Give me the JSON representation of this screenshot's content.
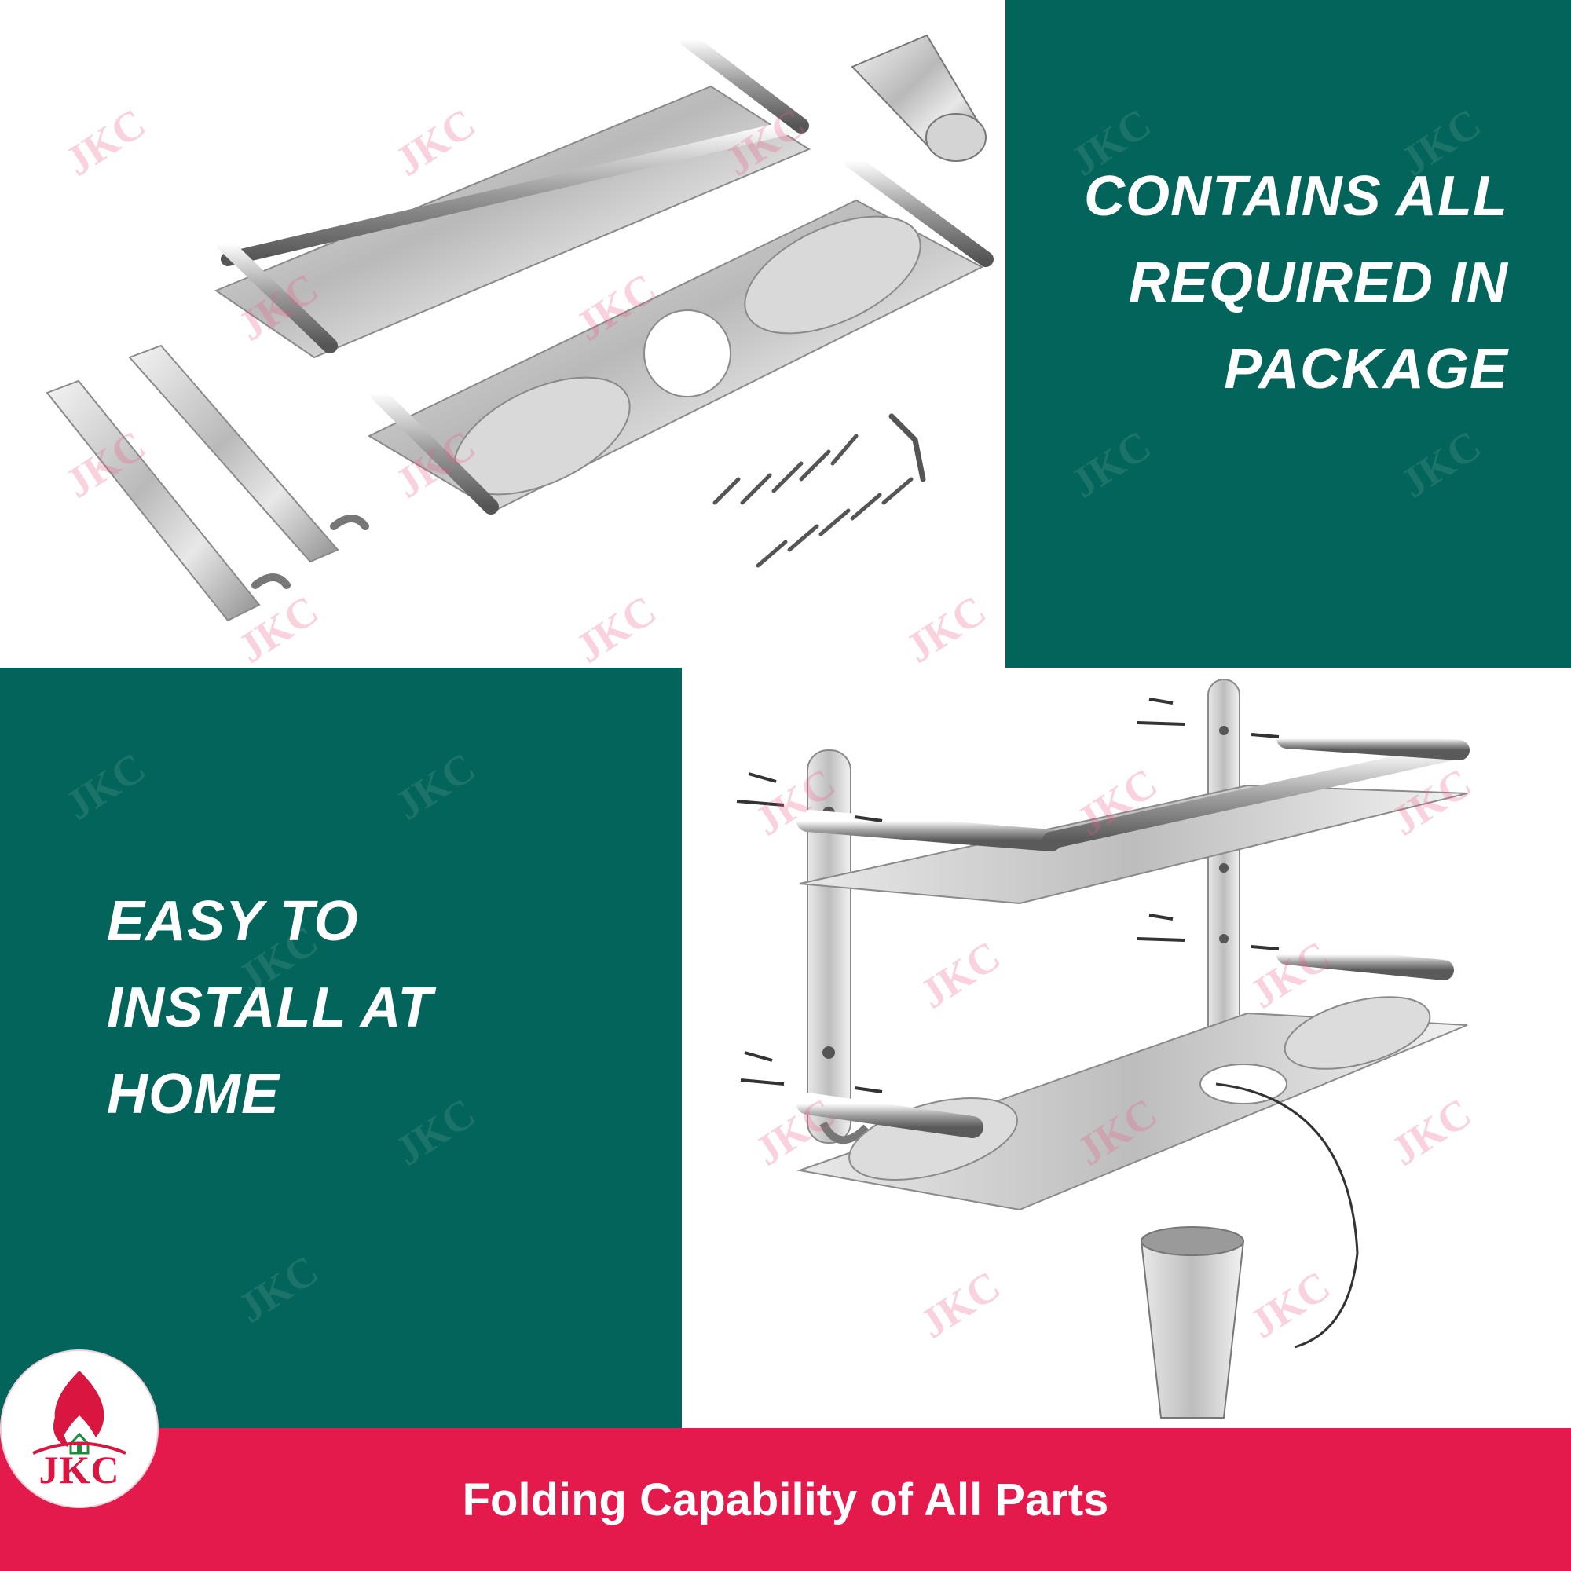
{
  "top_right": {
    "headline_lines": [
      "CONTAINS ALL",
      "REQUIRED IN",
      "PACKAGE"
    ]
  },
  "bottom_left": {
    "headline_lines": [
      "EASY TO",
      "INSTALL AT",
      "HOME"
    ]
  },
  "banner": {
    "text": "Folding Capability of All Parts"
  },
  "brand": {
    "logo_text": "JKC",
    "watermark_text": "JKC"
  },
  "colors": {
    "green": "#02645a",
    "banner_red": "#e51a4c",
    "logo_red": "#d8163f"
  },
  "illustrations": {
    "top_left": "package-contents-illustration",
    "bottom_right": "installation-diagram-illustration"
  }
}
